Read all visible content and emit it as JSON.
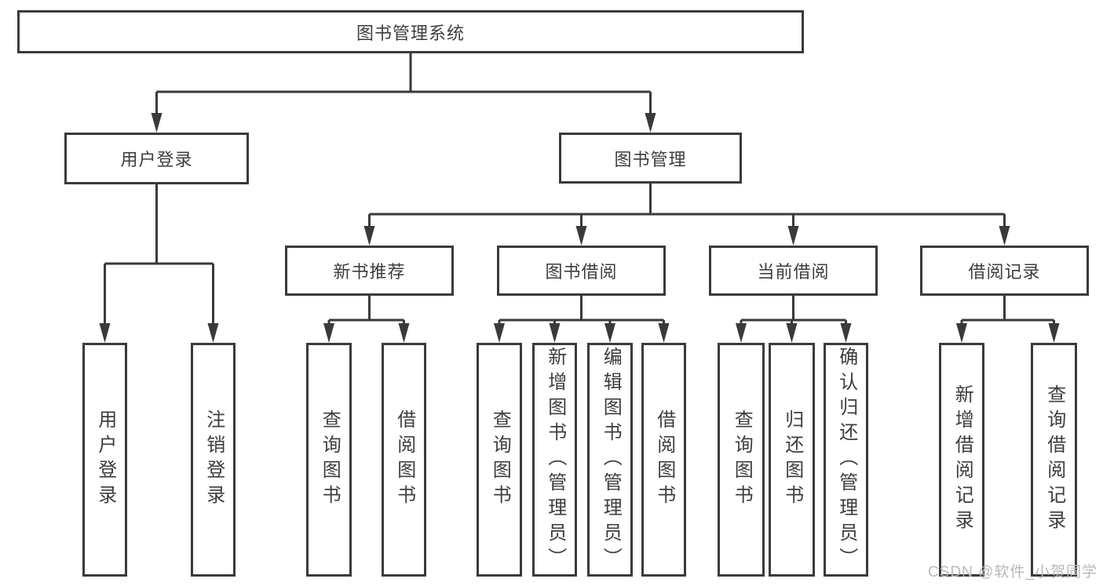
{
  "colors": {
    "line": "#3a3a3a",
    "text": "#3d3d3d",
    "watermark": "#b9b9b9"
  },
  "diagram": {
    "type": "hierarchy-tree",
    "root": "图书管理系统",
    "level2": {
      "user_login": "用户登录",
      "book_management": "图书管理"
    },
    "level3": {
      "new_book_recommend": "新书推荐",
      "book_borrowing": "图书借阅",
      "current_borrowing": "当前借阅",
      "borrowing_records": "借阅记录"
    },
    "leaves": {
      "ul_user_login": "用户登录",
      "ul_logout": "注销登录",
      "nbr_query_books": "查询图书",
      "nbr_borrow_books": "借阅图书",
      "bb_query_books": "查询图书",
      "bb_add_books": "新增图书（管理员）",
      "bb_edit_books": "编辑图书（管理员）",
      "bb_borrow_books": "借阅图书",
      "cb_query_books": "查询图书",
      "cb_return_books": "归还图书",
      "cb_confirm_return": "确认归还（管理员）",
      "br_add_record": "新增借阅记录",
      "br_query_record": "查询借阅记录"
    }
  },
  "watermark": "CSDN @软件_小贺同学"
}
